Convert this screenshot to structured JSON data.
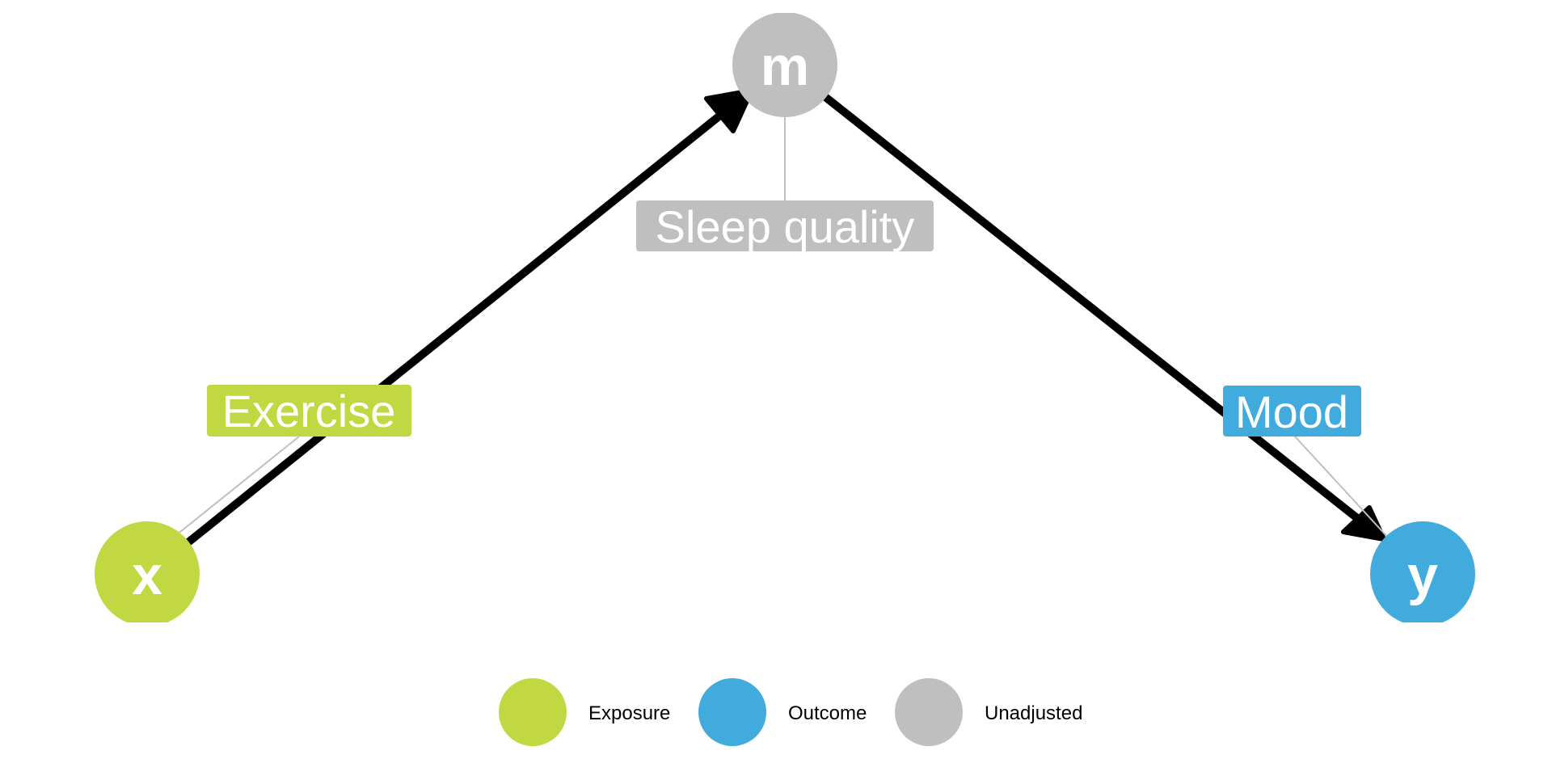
{
  "colors": {
    "exposure": "#C2D843",
    "outcome": "#42ABDE",
    "unadjusted": "#BFBFBF",
    "edge": "#000000",
    "label_text": "#FFFFFF"
  },
  "nodes": {
    "x": {
      "name": "x",
      "label": "Exercise",
      "status": "exposure"
    },
    "m": {
      "name": "m",
      "label": "Sleep quality",
      "status": "unadjusted"
    },
    "y": {
      "name": "y",
      "label": "Mood",
      "status": "outcome"
    }
  },
  "edges": [
    {
      "from": "x",
      "to": "m"
    },
    {
      "from": "m",
      "to": "y"
    }
  ],
  "legend": {
    "items": [
      {
        "label": "Exposure",
        "status": "exposure"
      },
      {
        "label": "Outcome",
        "status": "outcome"
      },
      {
        "label": "Unadjusted",
        "status": "unadjusted"
      }
    ]
  }
}
